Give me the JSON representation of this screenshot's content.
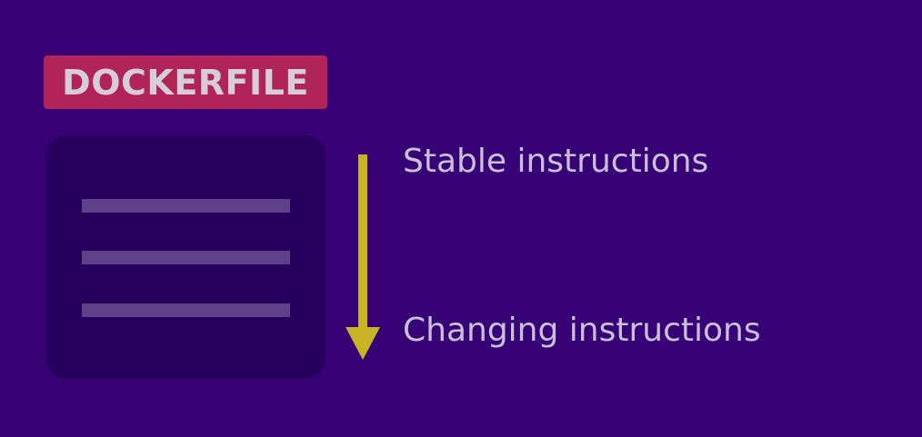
{
  "badge": {
    "label": "DOCKERFILE"
  },
  "order": {
    "top_label": "Stable instructions",
    "bottom_label": "Changing instructions"
  },
  "colors": {
    "background": "#360276",
    "badge": "#b02458",
    "file_card": "#27005d",
    "file_line": "#5e4189",
    "arrow": "#c7b527",
    "text": "#c9bfd7"
  }
}
